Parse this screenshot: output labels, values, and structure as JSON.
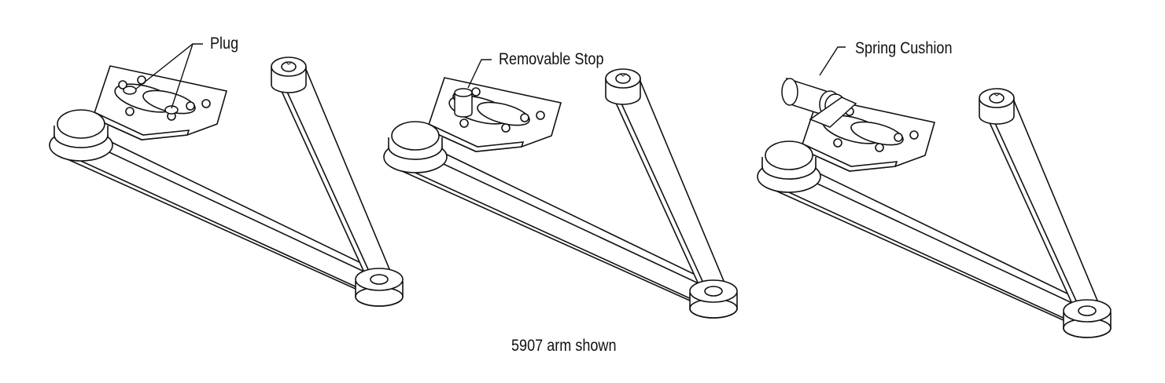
{
  "callouts": {
    "plug": "Plug",
    "removable_stop": "Removable Stop",
    "spring_cushion": "Spring Cushion"
  },
  "caption": "5907 arm shown",
  "colors": {
    "line": "#111111",
    "background": "#ffffff"
  }
}
